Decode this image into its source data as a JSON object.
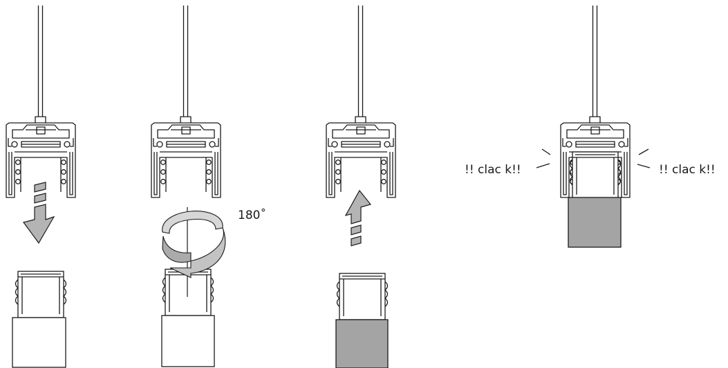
{
  "labels": {
    "rotation": "180˚",
    "click_left": "!! clac k!!",
    "click_right": "!! clac k!!"
  },
  "colors": {
    "line": "#1a1a1a",
    "arrow_fill": "#b4b4b4",
    "housing_fill": "#a4a4a4",
    "background": "#ffffff"
  },
  "steps": [
    {
      "step": 1,
      "action": "insert",
      "arrow": "down",
      "housing": "white"
    },
    {
      "step": 2,
      "action": "rotate",
      "arrow": "rotate-180",
      "housing": "white"
    },
    {
      "step": 3,
      "action": "push-up",
      "arrow": "up",
      "housing": "grey"
    },
    {
      "step": 4,
      "action": "locked",
      "arrow": "none",
      "housing": "grey"
    }
  ]
}
